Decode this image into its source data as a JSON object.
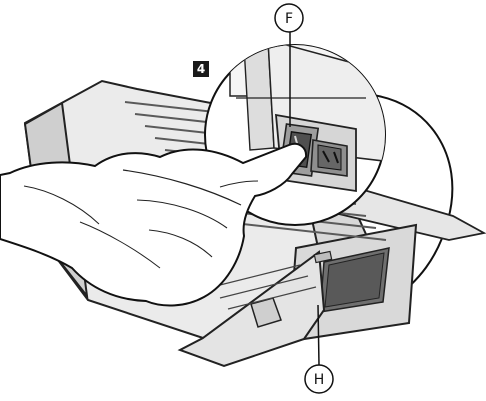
{
  "step": {
    "number": "4"
  },
  "callouts": {
    "f": "F",
    "h": "H"
  },
  "colors": {
    "line": "#111111",
    "outline": "#222222",
    "light_gray": "#ececec",
    "mid_gray": "#cfcfcf",
    "dark_gray": "#6f6f6f",
    "deep_gray": "#595959",
    "hand": "#ffffff",
    "badge": "#1a1a1a"
  }
}
